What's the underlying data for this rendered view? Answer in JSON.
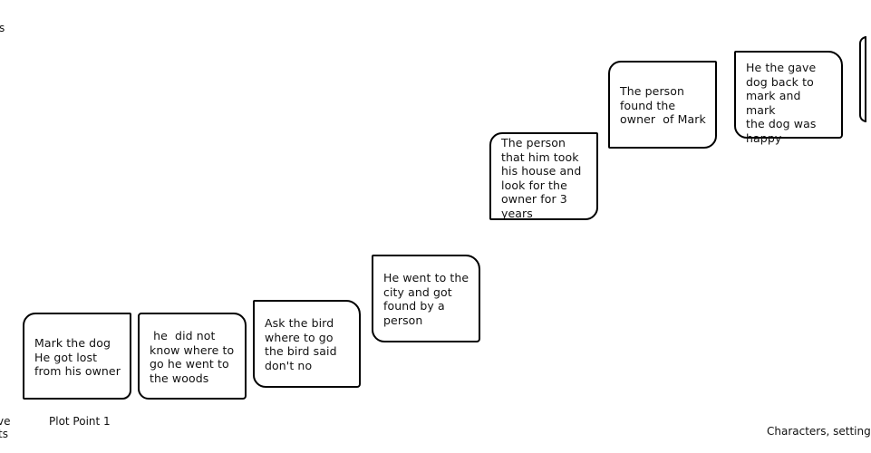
{
  "boxes": [
    "Mark the dog\nHe got lost\nfrom his owner",
    " he  did not\nknow where to\ngo he went to\nthe woods",
    "Ask the bird\nwhere to go\nthe bird said\ndon't no",
    "He went to the\ncity and got\nfound by a\nperson",
    "The person\nthat him took\nhis house and\nlook for the\nowner for 3\nyears",
    "The person\nfound the\nowner  of Mark",
    "He the gave\ndog back to\nmark and mark\nthe dog was\nhappy"
  ],
  "labels": {
    "top_left_fragment": "s",
    "bottom_left_fragment_1": "ve",
    "bottom_left_fragment_2": "ts",
    "plot_point_1": "Plot Point 1",
    "characters_setting": "Characters, setting"
  }
}
